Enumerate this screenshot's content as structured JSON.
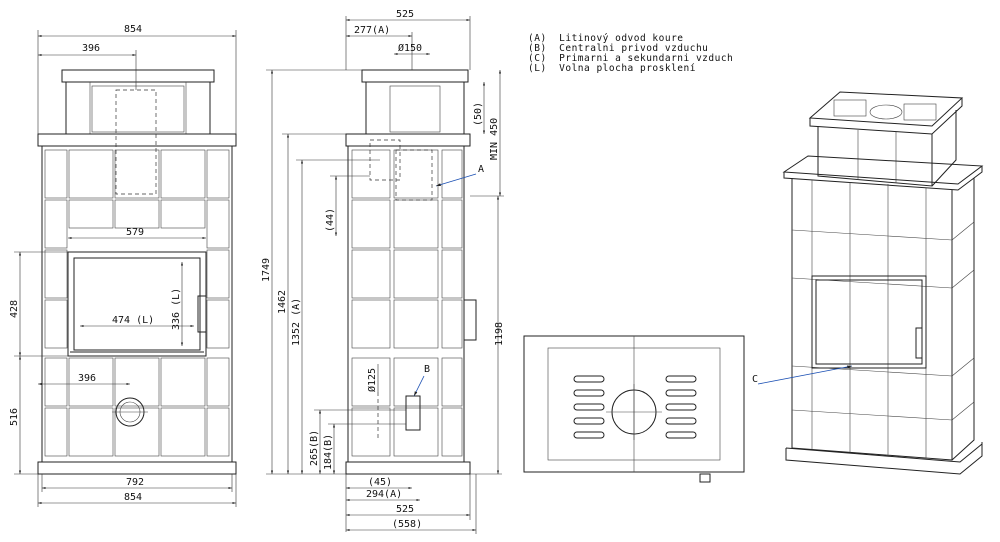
{
  "legend": [
    {
      "key": "(A)",
      "text": "Litinový odvod koure"
    },
    {
      "key": "(B)",
      "text": "Centralni privod vzduchu"
    },
    {
      "key": "(C)",
      "text": "Primarni a sekundarni vzduch"
    },
    {
      "key": "(L)",
      "text": "Volna plocha prosklení"
    }
  ],
  "front_view": {
    "width_top": "854",
    "chimney_offset": "396",
    "door_width": "579",
    "glass_width": "474 (L)",
    "glass_height": "336 (L)",
    "door_height": "428",
    "handle_offset": "396",
    "base_height": "516",
    "width_base": "792",
    "width_bottom": "854"
  },
  "side_view": {
    "depth_top": "525",
    "flue_offset": "277(A)",
    "flue_diameter": "Ø150",
    "top_gap": "(50)",
    "min_height": "MIN 450",
    "callout_a": "A",
    "gap_44": "(44)",
    "total_height": "1749",
    "flue_height": "1462",
    "flue_center": "1352 (A)",
    "side_height": "1198",
    "air_diameter": "Ø125",
    "callout_b": "B",
    "air_top": "265(B)",
    "air_center": "184(B)",
    "offset_45": "(45)",
    "air_offset": "294(A)",
    "depth_bottom": "525",
    "depth_total": "(558)"
  },
  "iso_view": {
    "callout_c": "C"
  }
}
